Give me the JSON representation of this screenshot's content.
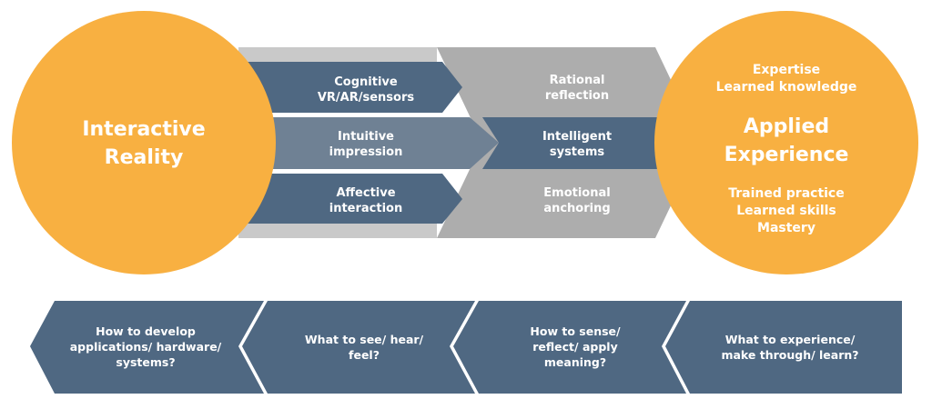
{
  "colors": {
    "orange": "#F8B041",
    "blue": "#4F6882",
    "slate": "#6F8194",
    "gray": "#ADADAD",
    "lightgray": "#C4C4C4",
    "white": "#FFFFFF"
  },
  "left_circle": {
    "line1": "Interactive",
    "line2": "Reality"
  },
  "right_circle": {
    "top": [
      "Expertise",
      "Learned knowledge"
    ],
    "title1": "Applied",
    "title2": "Experience",
    "bottom": [
      "Trained practice",
      "Learned skills",
      "Mastery"
    ]
  },
  "inner_arrows": {
    "cognitive": [
      "Cognitive",
      "VR/AR/sensors"
    ],
    "intuitive": [
      "Intuitive",
      "impression"
    ],
    "affective": [
      "Affective",
      "interaction"
    ]
  },
  "outer_chevron": {
    "rational": [
      "Rational",
      "reflection"
    ],
    "intelligent": [
      "Intelligent",
      "systems"
    ],
    "emotional": [
      "Emotional",
      "anchoring"
    ]
  },
  "bottom_questions": [
    [
      "How to develop",
      "applications/ hardware/",
      "systems?"
    ],
    [
      "What to see/ hear/",
      "feel?"
    ],
    [
      "How to sense/",
      "reflect/ apply",
      "meaning?"
    ],
    [
      "What to experience/",
      "make through/ learn?"
    ]
  ]
}
